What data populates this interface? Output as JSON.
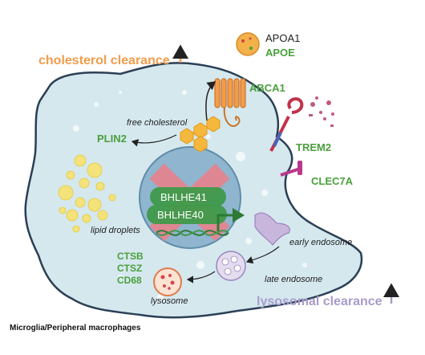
{
  "labels": {
    "cholesterol_clearance": "cholesterol clearance",
    "apoa1": "APOA1",
    "apoe": "APOE",
    "abca1": "ABCA1",
    "free_cholesterol": "free cholesterol",
    "plin2": "PLIN2",
    "trem2": "TREM2",
    "clec7a": "CLEC7A",
    "bhlhe41": "BHLHE41",
    "bhlhe40": "BHLHE40",
    "lipid_droplets": "lipid droplets",
    "early_endosome": "early endosome",
    "late_endosome": "late endosome",
    "ctsb": "CTSB",
    "ctsz": "CTSZ",
    "cd68": "CD68",
    "lysosome": "lysosome",
    "lysosomal_clearance": "lysosomal clearance",
    "caption": "Microglia/Peripheral macrophages"
  },
  "colors": {
    "orange": "#f39c4b",
    "green": "#4aa03c",
    "lavender": "#a99ccc",
    "cell_fill": "#d5e8ee",
    "cell_stroke": "#2b3f55",
    "nucleus": "#8fb5cf",
    "tf_green": "#3f9a4a",
    "x_red": "#e8828d"
  }
}
